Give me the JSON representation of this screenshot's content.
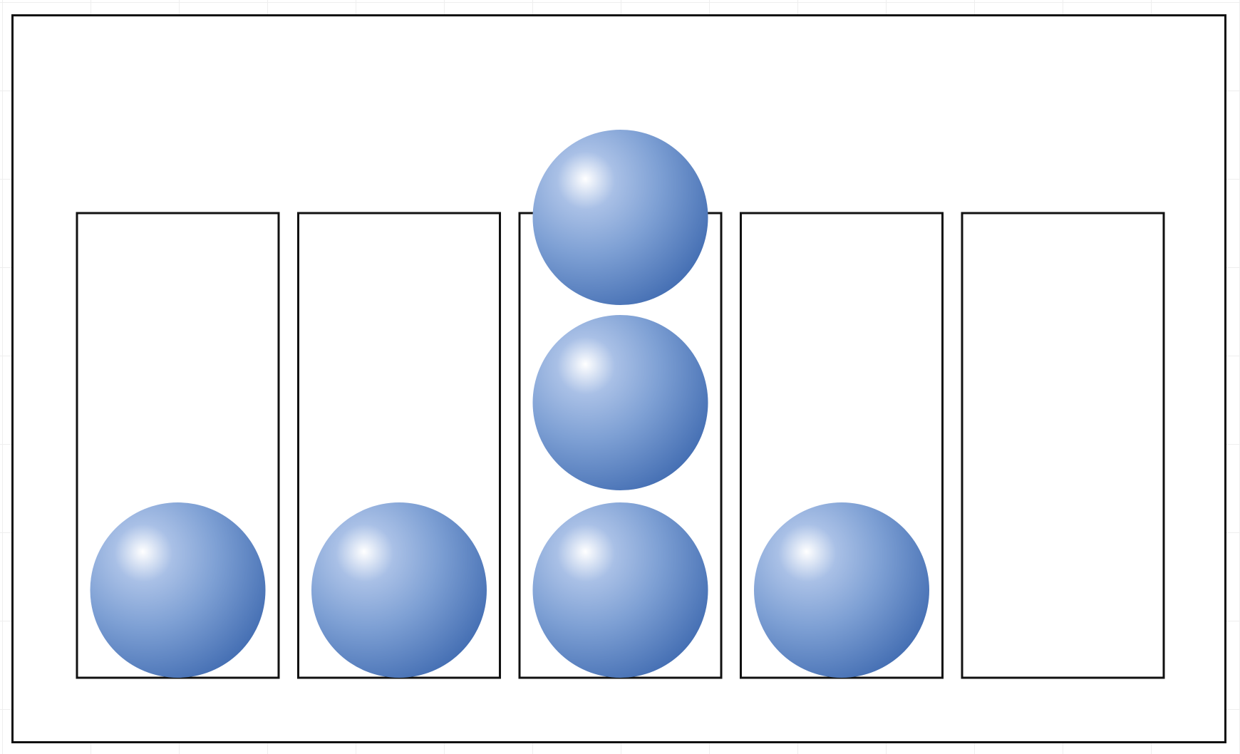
{
  "diagram": {
    "kind": "balls-in-bins",
    "bins": [
      {
        "balls": 1
      },
      {
        "balls": 1
      },
      {
        "balls": 3
      },
      {
        "balls": 1
      },
      {
        "balls": 0
      }
    ],
    "colors": {
      "ball_base": "#4670b4",
      "ball_highlight": "#ffffff",
      "ball_mid": "#7ea0d4",
      "bin_stroke": "#111111",
      "frame_stroke": "#111111"
    }
  }
}
